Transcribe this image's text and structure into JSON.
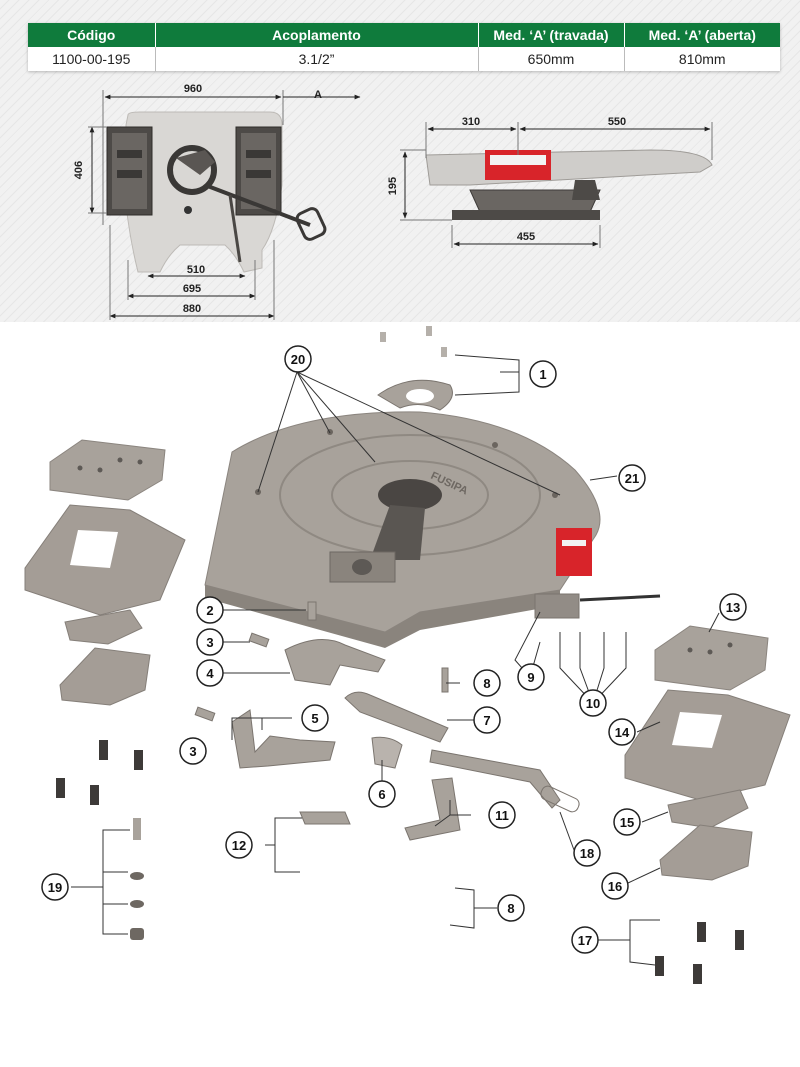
{
  "table": {
    "headers": [
      "Código",
      "Acoplamento",
      "Med. ‘A’ (travada)",
      "Med. ‘A’ (aberta)"
    ],
    "row": [
      "1100-00-195",
      "3.1/2”",
      "650mm",
      "810mm"
    ]
  },
  "dimensions": {
    "top_view": {
      "d960": "960",
      "dA": "A",
      "d406": "406",
      "d510": "510",
      "d695": "695",
      "d880": "880"
    },
    "side_view": {
      "d310": "310",
      "d550": "550",
      "d195": "195",
      "d455": "455"
    }
  },
  "brand_marking": "FUSIPA",
  "callouts": [
    "1",
    "2",
    "3",
    "3",
    "4",
    "5",
    "6",
    "7",
    "8",
    "8",
    "9",
    "10",
    "11",
    "12",
    "13",
    "14",
    "15",
    "16",
    "17",
    "18",
    "19",
    "20",
    "21"
  ],
  "colors": {
    "header_green": "#0f7b3c",
    "part_grey": "#a29c95",
    "part_dark": "#5a5550",
    "label_red": "#d8242a"
  }
}
